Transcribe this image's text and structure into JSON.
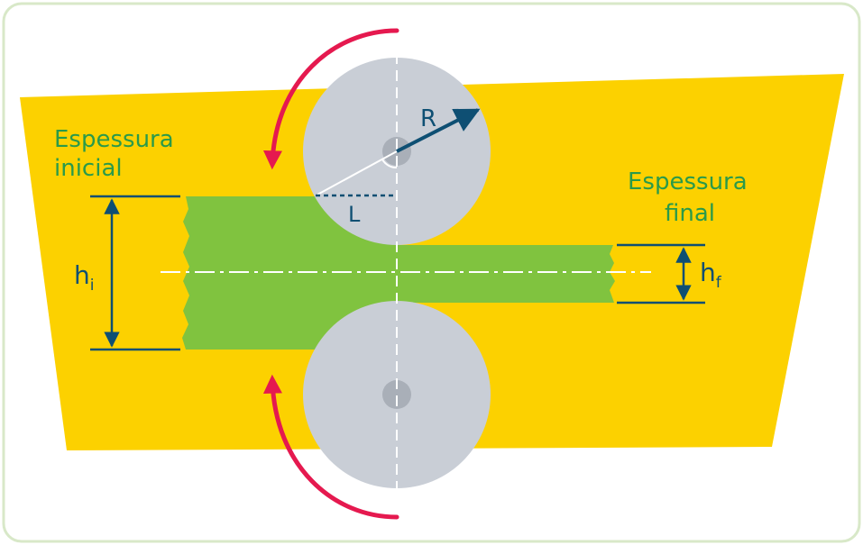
{
  "labels": {
    "initial_thickness_line1": "Espessura",
    "initial_thickness_line2": "inicial",
    "final_thickness_line1": "Espessura",
    "final_thickness_line2": "final",
    "radius": "R",
    "contact_length": "L",
    "h_initial_base": "h",
    "h_initial_sub": "i",
    "h_final_base": "h",
    "h_final_sub": "f"
  },
  "colors": {
    "frame_border": "#d8e8c8",
    "background_plate": "#fcd100",
    "workpiece": "#80c33f",
    "roll": "#c9ced6",
    "roll_hub": "#a9afb8",
    "rotation_arrow": "#e5194f",
    "dimension": "#0e4f73",
    "label_text": "#2a9a4a"
  }
}
